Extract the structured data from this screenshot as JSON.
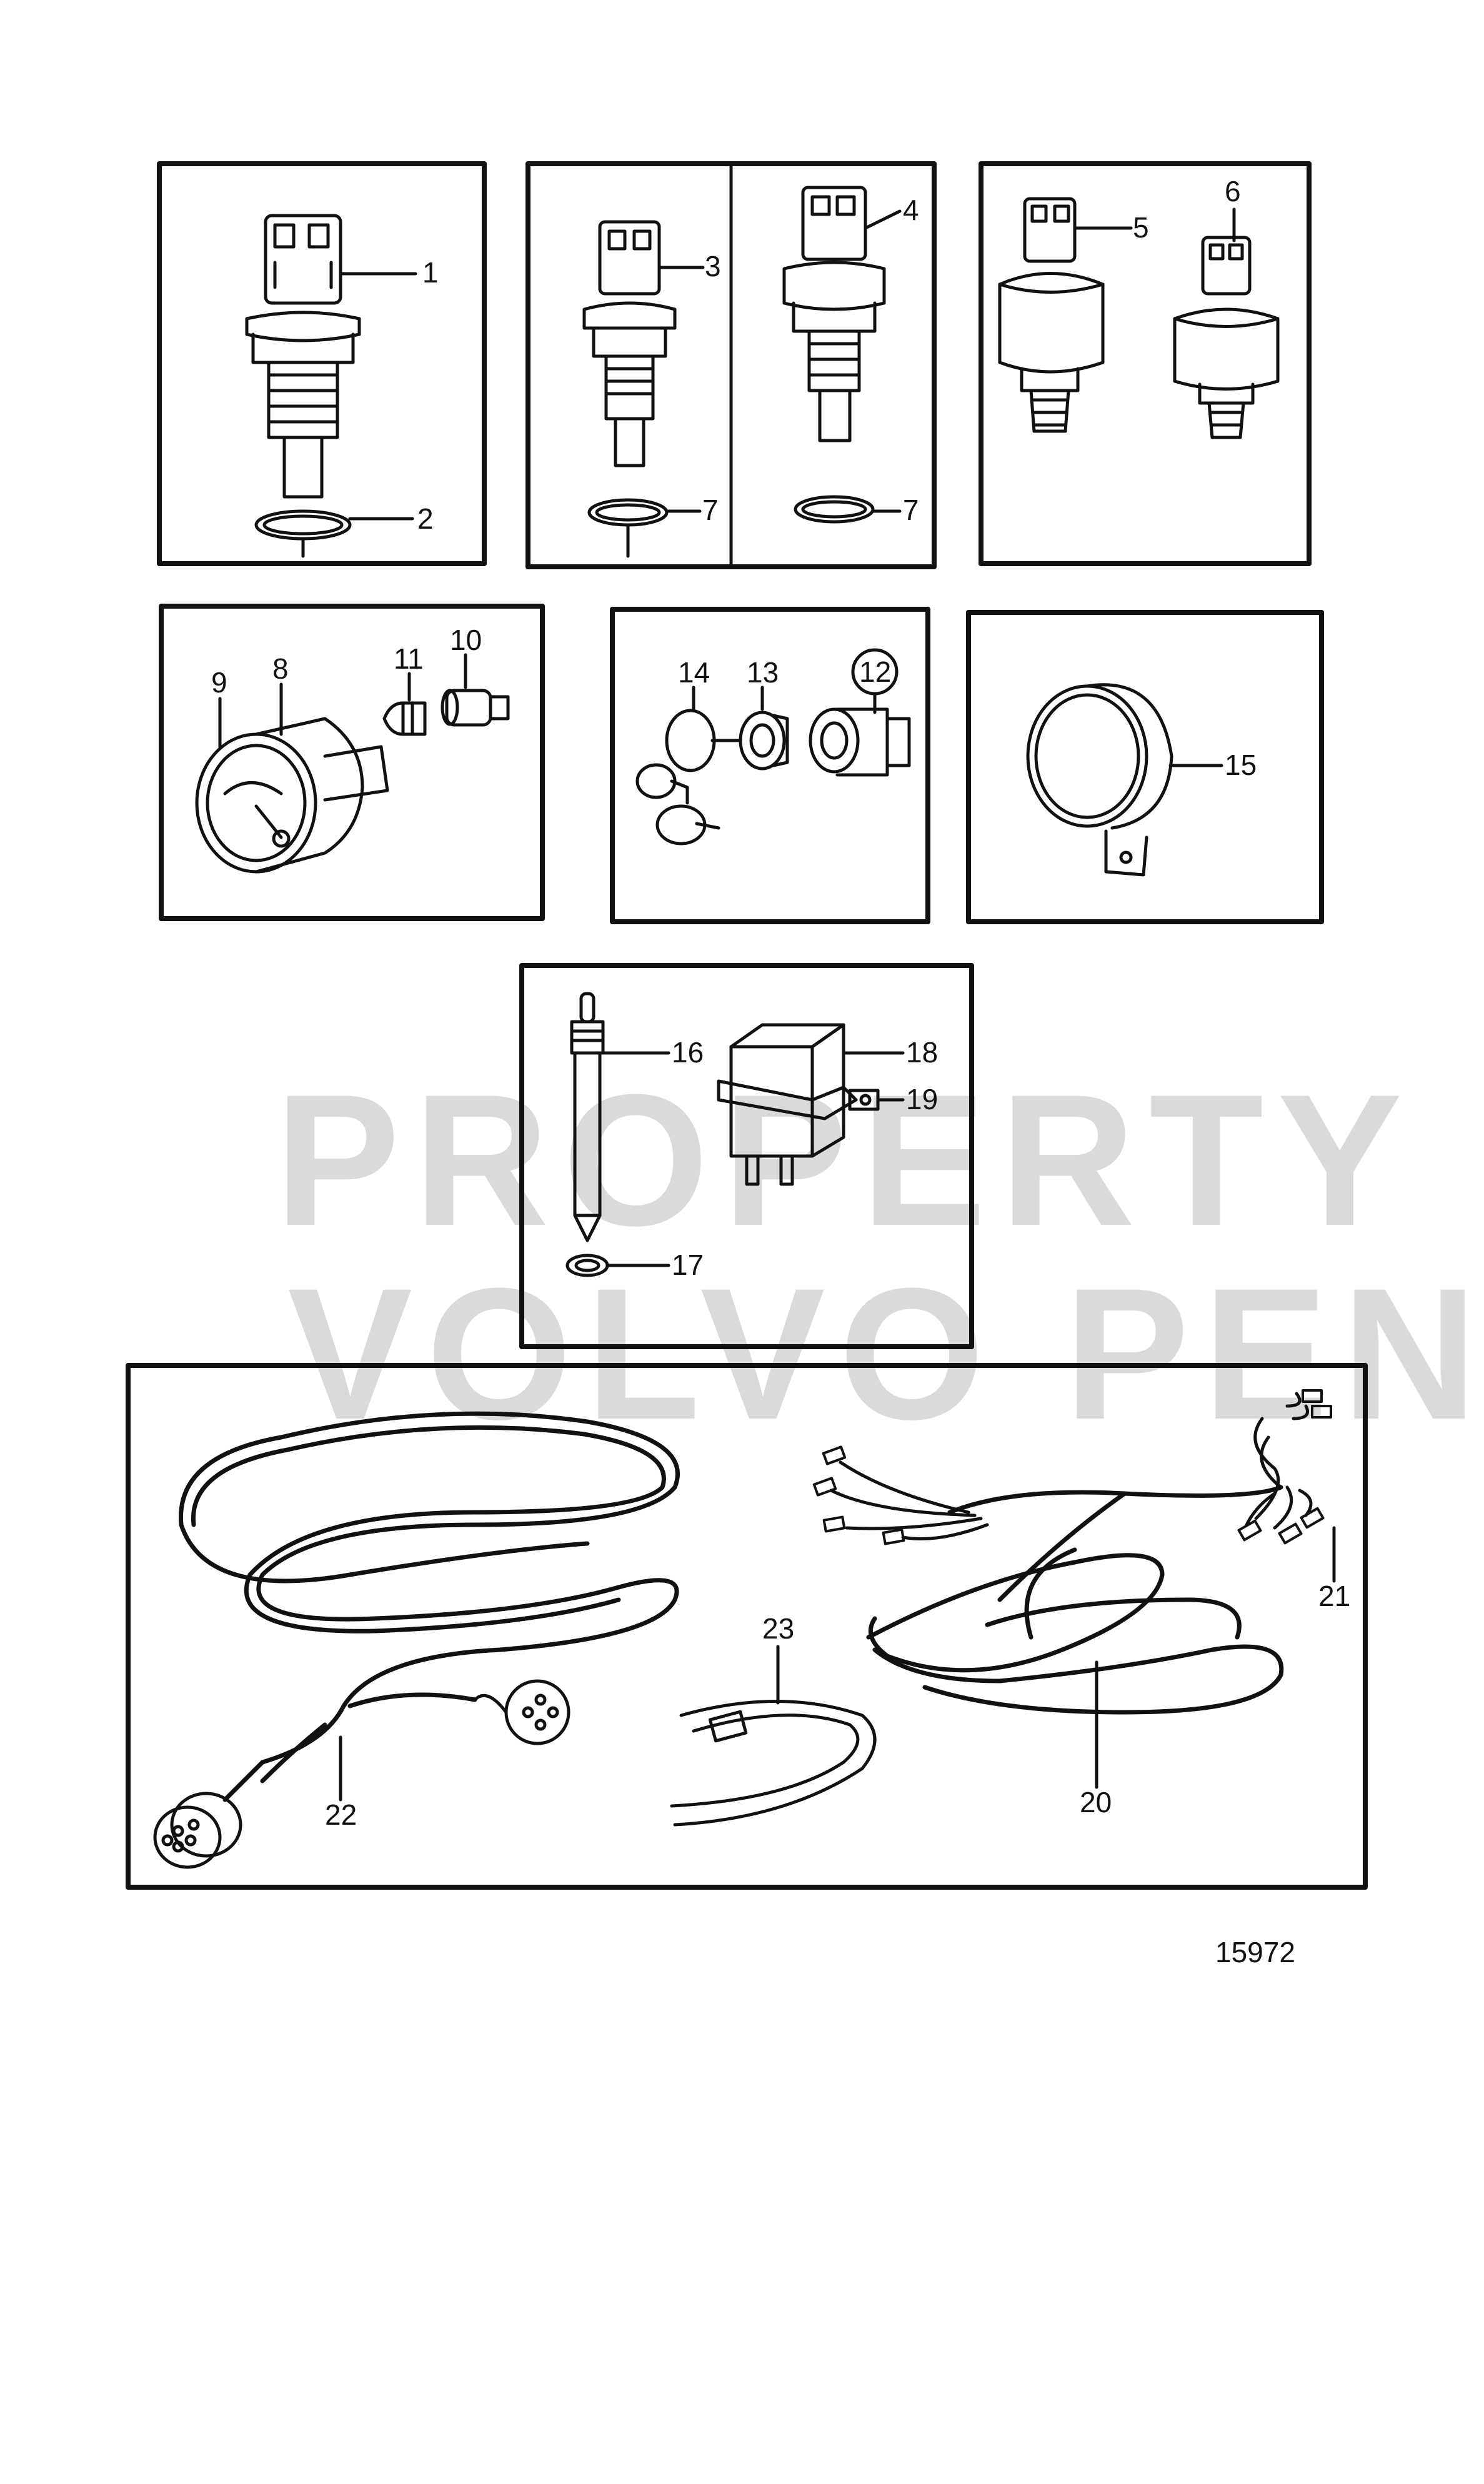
{
  "watermark": {
    "line1": "PROPERTY OF",
    "line2": "VOLVO PENTA"
  },
  "figure_number": "15972",
  "labels": {
    "p1": "1",
    "p2": "2",
    "p3": "3",
    "p4": "4",
    "p5": "5",
    "p6": "6",
    "p7a": "7",
    "p7b": "7",
    "p8": "8",
    "p9": "9",
    "p10": "10",
    "p11": "11",
    "p12": "12",
    "p13": "13",
    "p14": "14",
    "p15": "15",
    "p16": "16",
    "p17": "17",
    "p18": "18",
    "p19": "19",
    "p20": "20",
    "p21": "21",
    "p22": "22",
    "p23": "23"
  },
  "colors": {
    "ink": "#111111",
    "watermark": "#bdbdbd",
    "background": "#ffffff"
  }
}
